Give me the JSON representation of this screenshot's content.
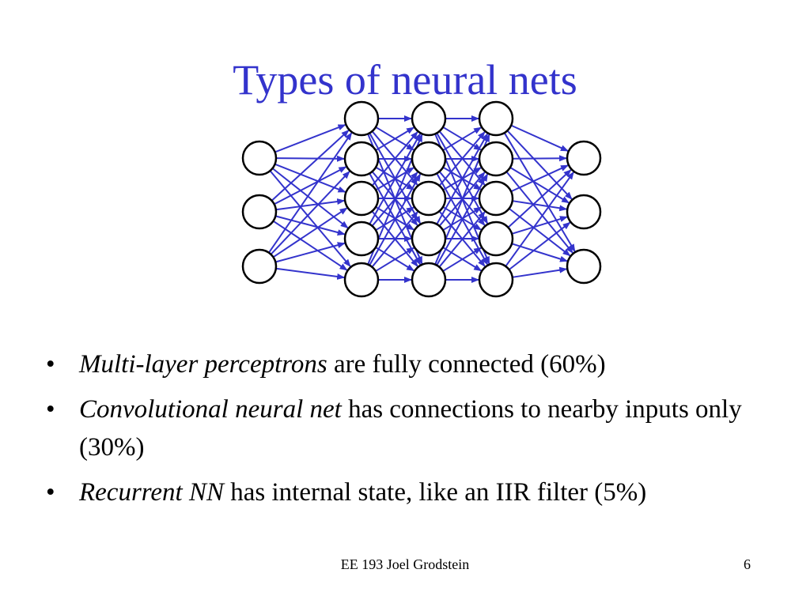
{
  "slide": {
    "title": "Types of neural nets",
    "bullets": [
      {
        "marker": "•",
        "emphasis": "Multi-layer perceptrons",
        "text": " are fully connected (60%)"
      },
      {
        "marker": "•",
        "emphasis": "Convolutional neural net",
        "text": " has connections to nearby inputs only (30%)"
      },
      {
        "marker": "•",
        "emphasis": "Recurrent NN",
        "text": " has internal state, like an IIR filter (5%)"
      }
    ],
    "footer": "EE 193 Joel Grodstein",
    "page_number": "6"
  },
  "diagram": {
    "layer_sizes": [
      3,
      5,
      5,
      5,
      3
    ],
    "connection": "fully-connected",
    "edge_color": "#3333cc",
    "node_stroke": "#000000",
    "node_fill": "#ffffff"
  }
}
